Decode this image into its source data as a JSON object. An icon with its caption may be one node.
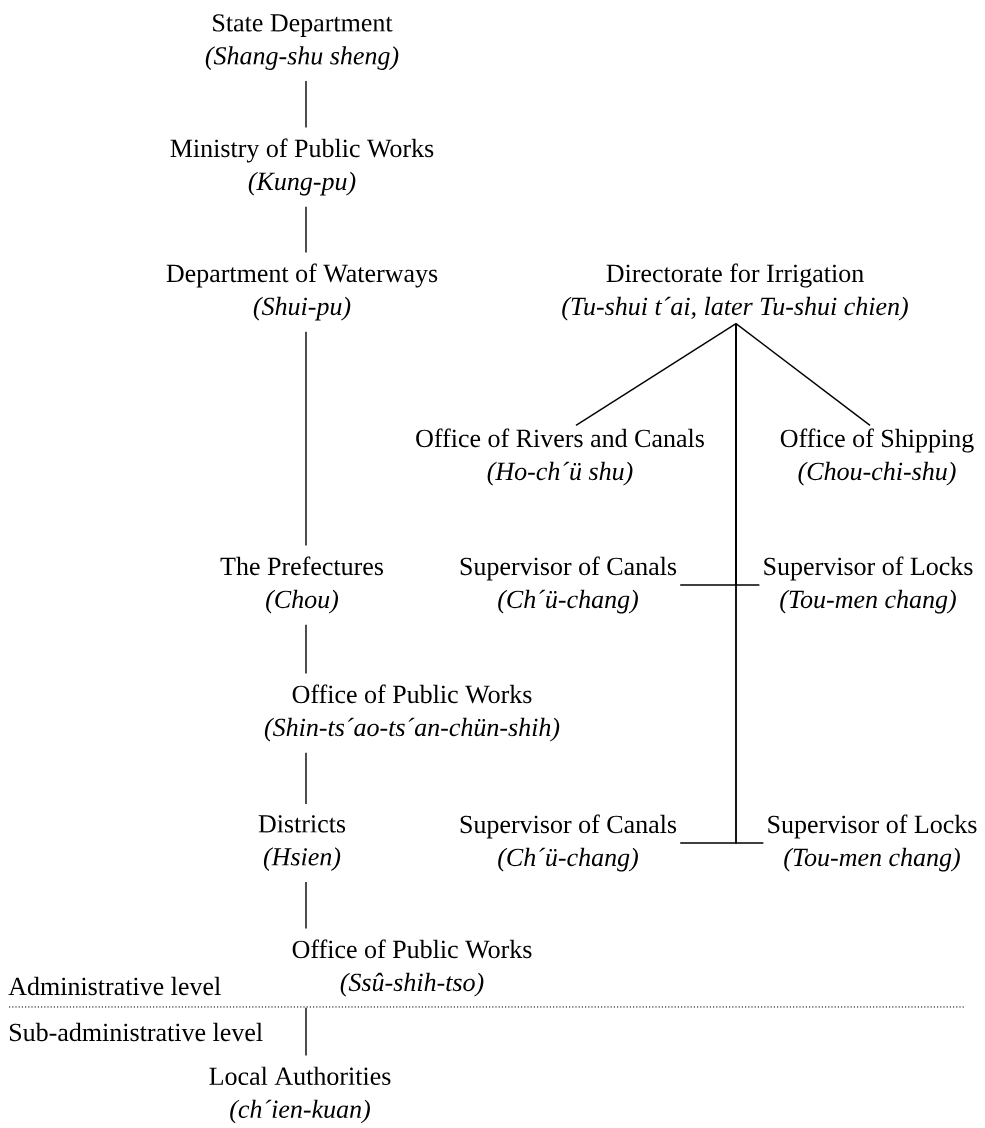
{
  "diagram": {
    "nodes": [
      {
        "text": [
          "State Department",
          "(Shang-shu sheng)"
        ]
      },
      {
        "text": [
          "Ministry of Public Works",
          "(Kung-pu)"
        ]
      },
      {
        "text": [
          "Department of Waterways",
          "(Shui-pu)"
        ]
      },
      {
        "text": [
          "Directorate for Irrigation",
          "(Tu-shui t´ai, later Tu-shui chien)"
        ]
      },
      {
        "text": [
          "Office of Rivers and Canals",
          "(Ho-ch´ü shu)"
        ]
      },
      {
        "text": [
          "Office of Shipping",
          "(Chou-chi-shu)"
        ]
      },
      {
        "text": [
          "The Prefectures",
          "(Chou)"
        ]
      },
      {
        "text": [
          "Supervisor of Canals",
          "(Ch´ü-chang)"
        ]
      },
      {
        "text": [
          "Supervisor of Locks",
          "(Tou-men chang)"
        ]
      },
      {
        "text": [
          "Office of Public Works",
          "(Shin-ts´ao-ts´an-chün-shih)"
        ]
      },
      {
        "text": [
          "Districts",
          "(Hsien)"
        ]
      },
      {
        "text": [
          "Supervisor of Canals",
          "(Ch´ü-chang)"
        ]
      },
      {
        "text": [
          "Supervisor of Locks",
          "(Tou-men chang)"
        ]
      },
      {
        "text": [
          "Office of Public Works",
          "(Ssû-shih-tso)"
        ]
      },
      {
        "text": [
          "Local Authorities",
          "(ch´ien-kuan)"
        ]
      }
    ],
    "edges": [
      {
        "from": 0,
        "to": 1,
        "arrow": "none"
      },
      {
        "from": 1,
        "to": 2,
        "arrow": "none"
      },
      {
        "from": 2,
        "to": 6,
        "arrow": "none"
      },
      {
        "from": 6,
        "to": 9,
        "arrow": "none"
      },
      {
        "from": 9,
        "to": 10,
        "arrow": "none"
      },
      {
        "from": 10,
        "to": 13,
        "arrow": "none"
      },
      {
        "from": 13,
        "to": 14,
        "arrow": "none"
      },
      {
        "from": 3,
        "to": 4,
        "arrow": "none"
      },
      {
        "from": 3,
        "to": 5,
        "arrow": "none"
      },
      {
        "from": 3,
        "to": 7,
        "arrow": "none"
      },
      {
        "from": 3,
        "to": 8,
        "arrow": "none"
      },
      {
        "from": 3,
        "to": 11,
        "arrow": "none"
      },
      {
        "from": 3,
        "to": 12,
        "arrow": "none"
      }
    ],
    "labels": [
      "Administrative level",
      "Sub-administrative level"
    ]
  }
}
